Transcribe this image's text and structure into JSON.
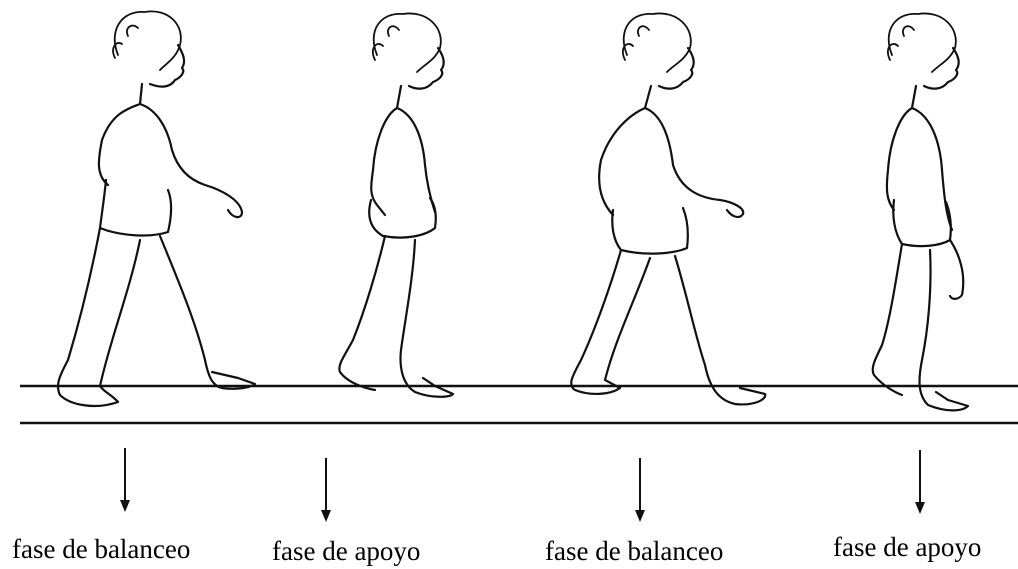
{
  "figures": [
    {
      "name": "walker-1",
      "label": "fase de balanceo"
    },
    {
      "name": "walker-2",
      "label": "fase de apoyo"
    },
    {
      "name": "walker-3",
      "label": "fase de balanceo"
    },
    {
      "name": "walker-4",
      "label": "fase de apoyo"
    }
  ],
  "colors": {
    "ink": "#111111",
    "background": "#ffffff"
  }
}
